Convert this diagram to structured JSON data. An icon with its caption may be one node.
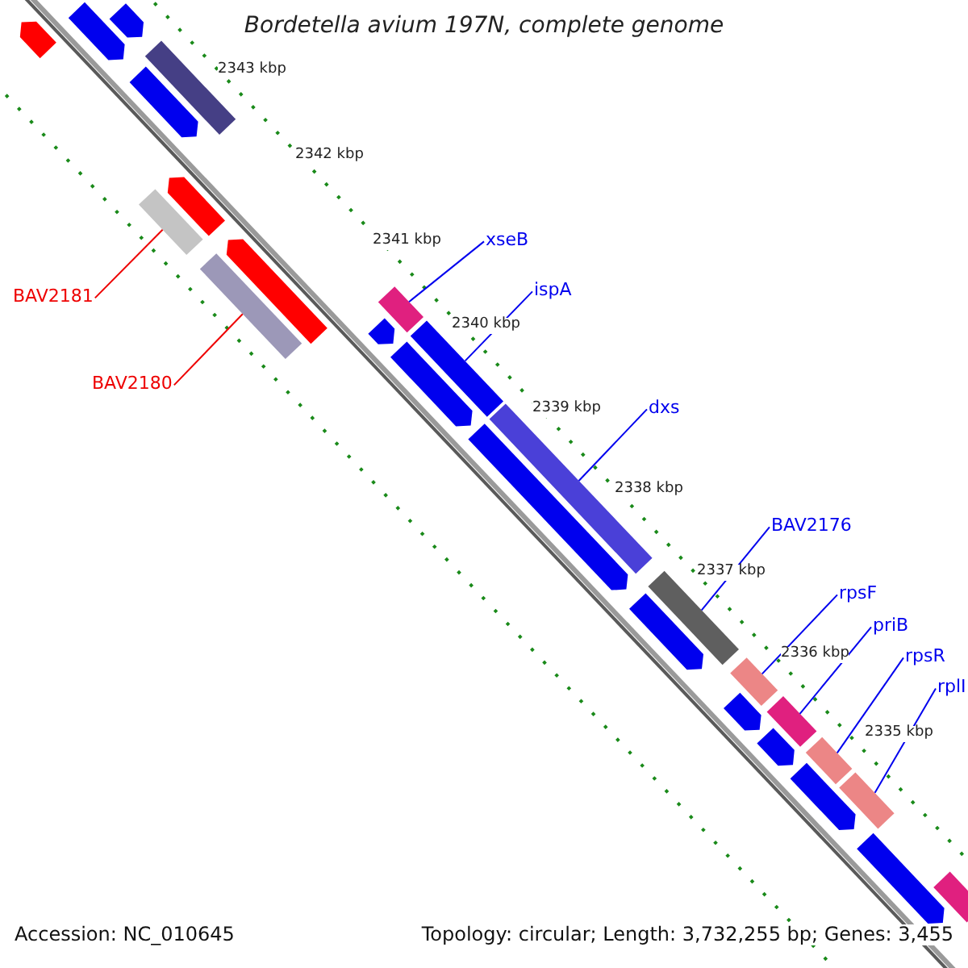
{
  "diagram": {
    "title": "Bordetella avium 197N, complete genome",
    "nodes": [
      {
        "text": [
          "BAV2181"
        ]
      },
      {
        "text": [],
        "shape": "bar"
      },
      {
        "text": [
          "BAV2180"
        ]
      },
      {
        "text": [],
        "shape": "bar"
      },
      {
        "text": [
          "xseB"
        ]
      },
      {
        "text": [],
        "shape": "bar"
      },
      {
        "text": [
          "ispA"
        ]
      },
      {
        "text": [],
        "shape": "bar"
      },
      {
        "text": [
          "dxs"
        ]
      },
      {
        "text": [],
        "shape": "bar"
      },
      {
        "text": [
          "BAV2176"
        ]
      },
      {
        "text": [],
        "shape": "bar"
      },
      {
        "text": [
          "rpsF"
        ]
      },
      {
        "text": [],
        "shape": "bar"
      },
      {
        "text": [
          "priB"
        ]
      },
      {
        "text": [],
        "shape": "bar"
      },
      {
        "text": [
          "rpsR"
        ]
      },
      {
        "text": [],
        "shape": "bar"
      },
      {
        "text": [
          "rplI"
        ]
      },
      {
        "text": [],
        "shape": "bar"
      },
      {
        "text": [],
        "shape": "arrow"
      },
      {
        "text": [],
        "shape": "arrow"
      },
      {
        "text": [],
        "shape": "arrow"
      },
      {
        "text": [],
        "shape": "arrow"
      },
      {
        "text": [],
        "shape": "arrow"
      },
      {
        "text": [],
        "shape": "arrow"
      },
      {
        "text": [],
        "shape": "arrow"
      },
      {
        "text": [],
        "shape": "arrow"
      },
      {
        "text": [],
        "shape": "arrow"
      },
      {
        "text": [],
        "shape": "arrow"
      },
      {
        "text": [],
        "shape": "arrow"
      },
      {
        "text": [],
        "shape": "bar"
      },
      {
        "text": [],
        "shape": "bar"
      },
      {
        "text": [],
        "shape": "arrow"
      },
      {
        "text": [],
        "shape": "arrow"
      },
      {
        "text": [],
        "shape": "arrow"
      }
    ],
    "edges": [
      {
        "from": 0,
        "to": 1,
        "arrow": "none",
        "color": "#ee0000"
      },
      {
        "from": 2,
        "to": 3,
        "arrow": "none",
        "color": "#ee0000"
      },
      {
        "from": 4,
        "to": 5,
        "arrow": "none"
      },
      {
        "from": 6,
        "to": 7,
        "arrow": "none"
      },
      {
        "from": 8,
        "to": 9,
        "arrow": "none"
      },
      {
        "from": 10,
        "to": 11,
        "arrow": "none"
      },
      {
        "from": 12,
        "to": 13,
        "arrow": "none"
      },
      {
        "from": 14,
        "to": 15,
        "arrow": "none"
      },
      {
        "from": 16,
        "to": 17,
        "arrow": "none"
      },
      {
        "from": 18,
        "to": 19,
        "arrow": "none"
      }
    ],
    "labels": [
      "2343 kbp",
      "2342 kbp",
      "2341 kbp",
      "2340 kbp",
      "2339 kbp",
      "2338 kbp",
      "2337 kbp",
      "2336 kbp",
      "2335 kbp",
      "Accession: NC_010645",
      "Topology: circular; Length: 3,732,255 bp; Genes: 3,455"
    ]
  }
}
